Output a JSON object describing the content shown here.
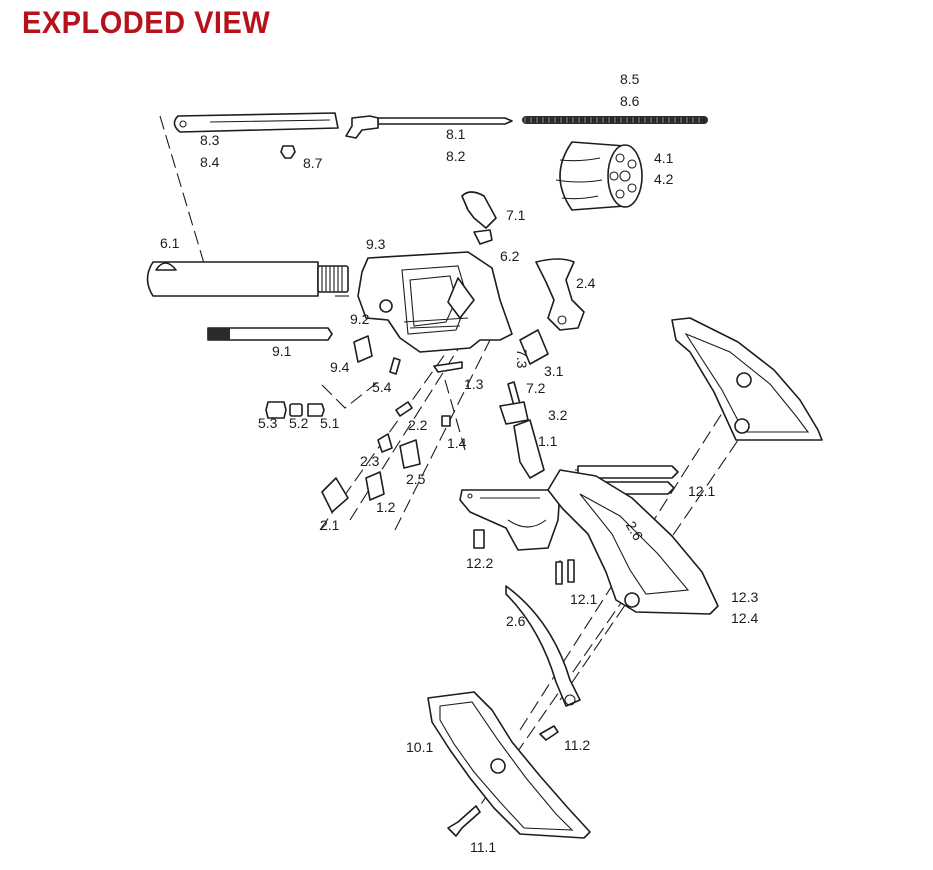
{
  "title": "EXPLODED VIEW",
  "colors": {
    "title": "#b5121b",
    "lines": "#1d1d1d",
    "background": "#ffffff"
  },
  "labels": [
    "8.5",
    "8.6",
    "8.1",
    "8.2",
    "8.3",
    "8.4",
    "8.7",
    "4.1",
    "4.2",
    "7.1",
    "9.3",
    "6.2",
    "6.1",
    "2.4",
    "9.2",
    "9.1",
    "9.4",
    "7.3",
    "3.1",
    "5.4",
    "1.3",
    "7.2",
    "5.3",
    "5.2",
    "5.1",
    "3.2",
    "2.2",
    "1.4",
    "1.1",
    "2.3",
    "2.5",
    "12.1",
    "2.1",
    "1.2",
    "2.6",
    "12.2",
    "12.1",
    "12.3",
    "12.4",
    "2.6",
    "11.2",
    "10.1",
    "11.1"
  ]
}
